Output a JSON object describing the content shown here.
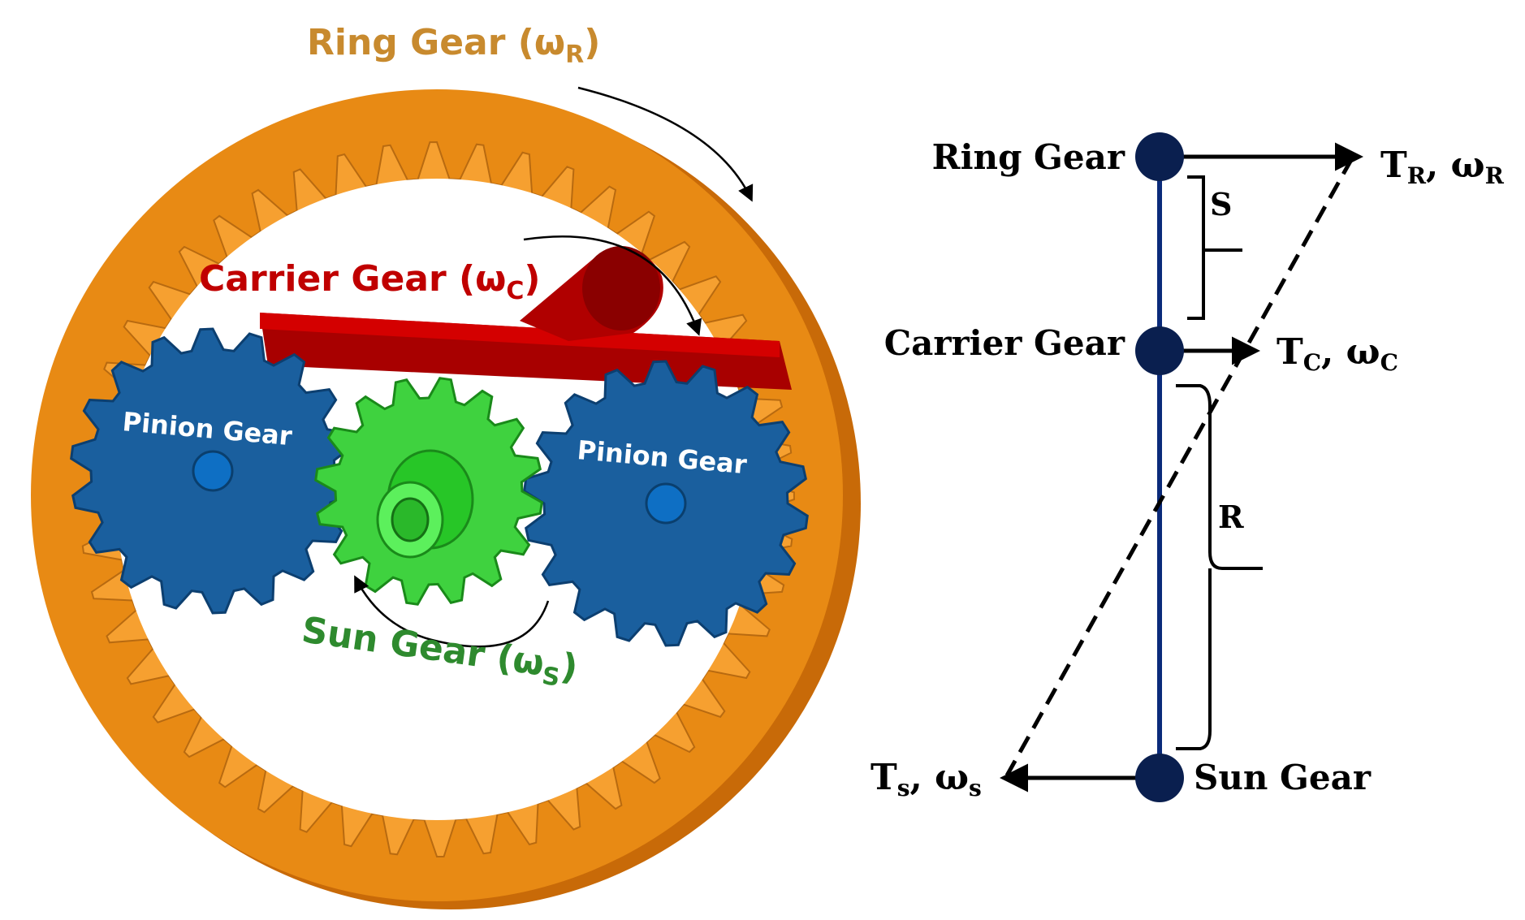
{
  "gear_model": {
    "ring_label": "Ring Gear (ω",
    "ring_sub": "R",
    "carrier_label": "Carrier Gear (ω",
    "carrier_sub": "C",
    "sun_label": "Sun Gear (ω",
    "sun_sub": "S",
    "pinion_left_label": "Pinion Gear",
    "pinion_right_label": "Pinion Gear",
    "close_paren": ")",
    "colors": {
      "ring": "#e88a14",
      "ring_text": "#c88a2e",
      "carrier": "#c00000",
      "carrier_text": "#c00000",
      "pinion": "#1a5f9e",
      "sun": "#3fd23f",
      "sun_text": "#2e8a2e"
    }
  },
  "lever_diagram": {
    "nodes": [
      {
        "id": "ring",
        "label": "Ring Gear"
      },
      {
        "id": "carrier",
        "label": "Carrier Gear"
      },
      {
        "id": "sun",
        "label": "Sun Gear"
      }
    ],
    "torques": {
      "ring": {
        "main": "T",
        "sub": "R",
        "sep": ", ω",
        "sub2": "R"
      },
      "carrier": {
        "main": "T",
        "sub": "C",
        "sep": ", ω",
        "sub2": "C"
      },
      "sun": {
        "main": "T",
        "sub": "s",
        "sep": ", ω",
        "sub2": "s"
      }
    },
    "brackets": {
      "upper": "S",
      "lower": "R"
    },
    "colors": {
      "node": "#0a1f4f",
      "bar": "#0a2a7a"
    }
  }
}
